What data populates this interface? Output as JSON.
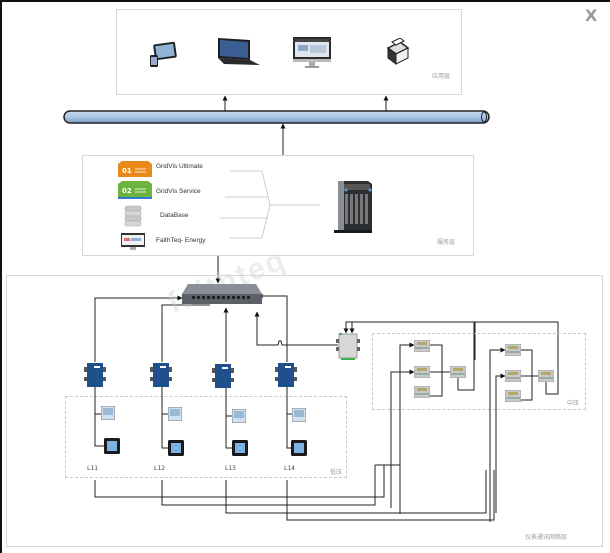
{
  "window": {
    "close_label": "X"
  },
  "layers": {
    "application": {
      "label": "应用层",
      "devices": [
        "tablet-icon",
        "laptop-icon",
        "monitor-icon",
        "printer-icon"
      ]
    },
    "bus": {
      "name": "network-bus"
    },
    "service": {
      "label": "服务层",
      "software": [
        {
          "badge": "01",
          "name": "GridVis Ultimate",
          "color": "#e88a1a"
        },
        {
          "badge": "02",
          "name": "GridVis Service",
          "color": "#6cb33e"
        },
        {
          "badge": "",
          "name": "DataBase",
          "color": "#b0b0b0"
        },
        {
          "badge": "",
          "name": "FaithTeq- Energy",
          "color": "#4a4a4a"
        }
      ],
      "server": "server-icon"
    },
    "field": {
      "label": "仪表通讯网络层",
      "watermark": "faithteq",
      "low_voltage": {
        "label": "低压",
        "feeders": [
          "L11",
          "L12",
          "L13",
          "L14"
        ]
      },
      "medium_voltage": {
        "label": "中压"
      }
    }
  },
  "colors": {
    "bus_fill": "#a9c4e4",
    "gateway_blue": "#1f4f8c",
    "orange": "#e88a1a",
    "green": "#6cb33e"
  }
}
